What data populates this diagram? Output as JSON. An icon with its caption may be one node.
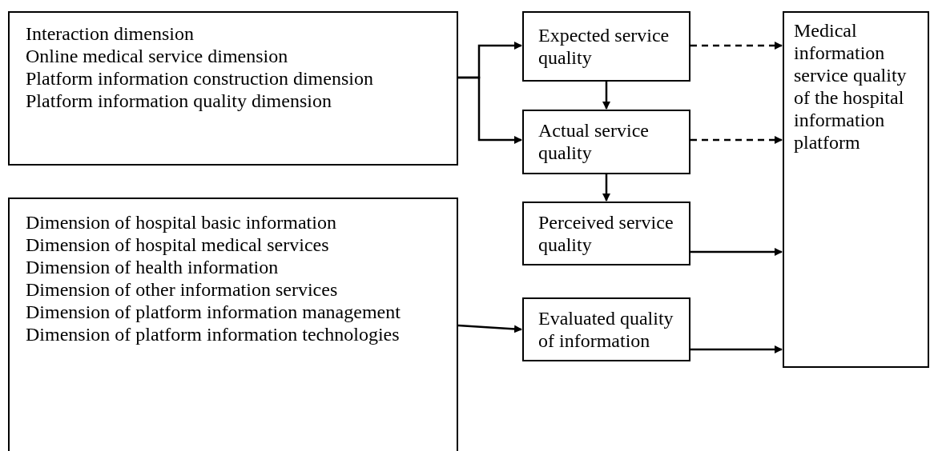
{
  "diagram": {
    "nodes": [
      {
        "text": [
          "Interaction dimension",
          "Online medical service dimension",
          "Platform information construction dimension",
          "Platform information quality dimension"
        ]
      },
      {
        "text": [
          "Dimension of hospital basic information",
          "Dimension of hospital medical services",
          "Dimension of health information",
          "Dimension of other information services",
          "Dimension of platform information management",
          "Dimension of platform information technologies"
        ]
      },
      {
        "text": [
          "Expected service quality"
        ]
      },
      {
        "text": [
          "Actual service quality"
        ]
      },
      {
        "text": [
          "Perceived service quality"
        ]
      },
      {
        "text": [
          "Evaluated quality of information"
        ]
      },
      {
        "text": [
          "Medical information service quality of the hospital information platform"
        ]
      }
    ],
    "edges": [
      {
        "from": 0,
        "to": 2,
        "arrow": "to"
      },
      {
        "from": 0,
        "to": 3,
        "arrow": "to"
      },
      {
        "from": 2,
        "to": 3,
        "arrow": "to"
      },
      {
        "from": 3,
        "to": 4,
        "arrow": "to"
      },
      {
        "from": 2,
        "to": 6,
        "arrow": "to",
        "style": "dashed"
      },
      {
        "from": 3,
        "to": 6,
        "arrow": "to",
        "style": "dashed"
      },
      {
        "from": 4,
        "to": 6,
        "arrow": "to"
      },
      {
        "from": 1,
        "to": 5,
        "arrow": "to"
      },
      {
        "from": 5,
        "to": 6,
        "arrow": "to"
      }
    ]
  }
}
